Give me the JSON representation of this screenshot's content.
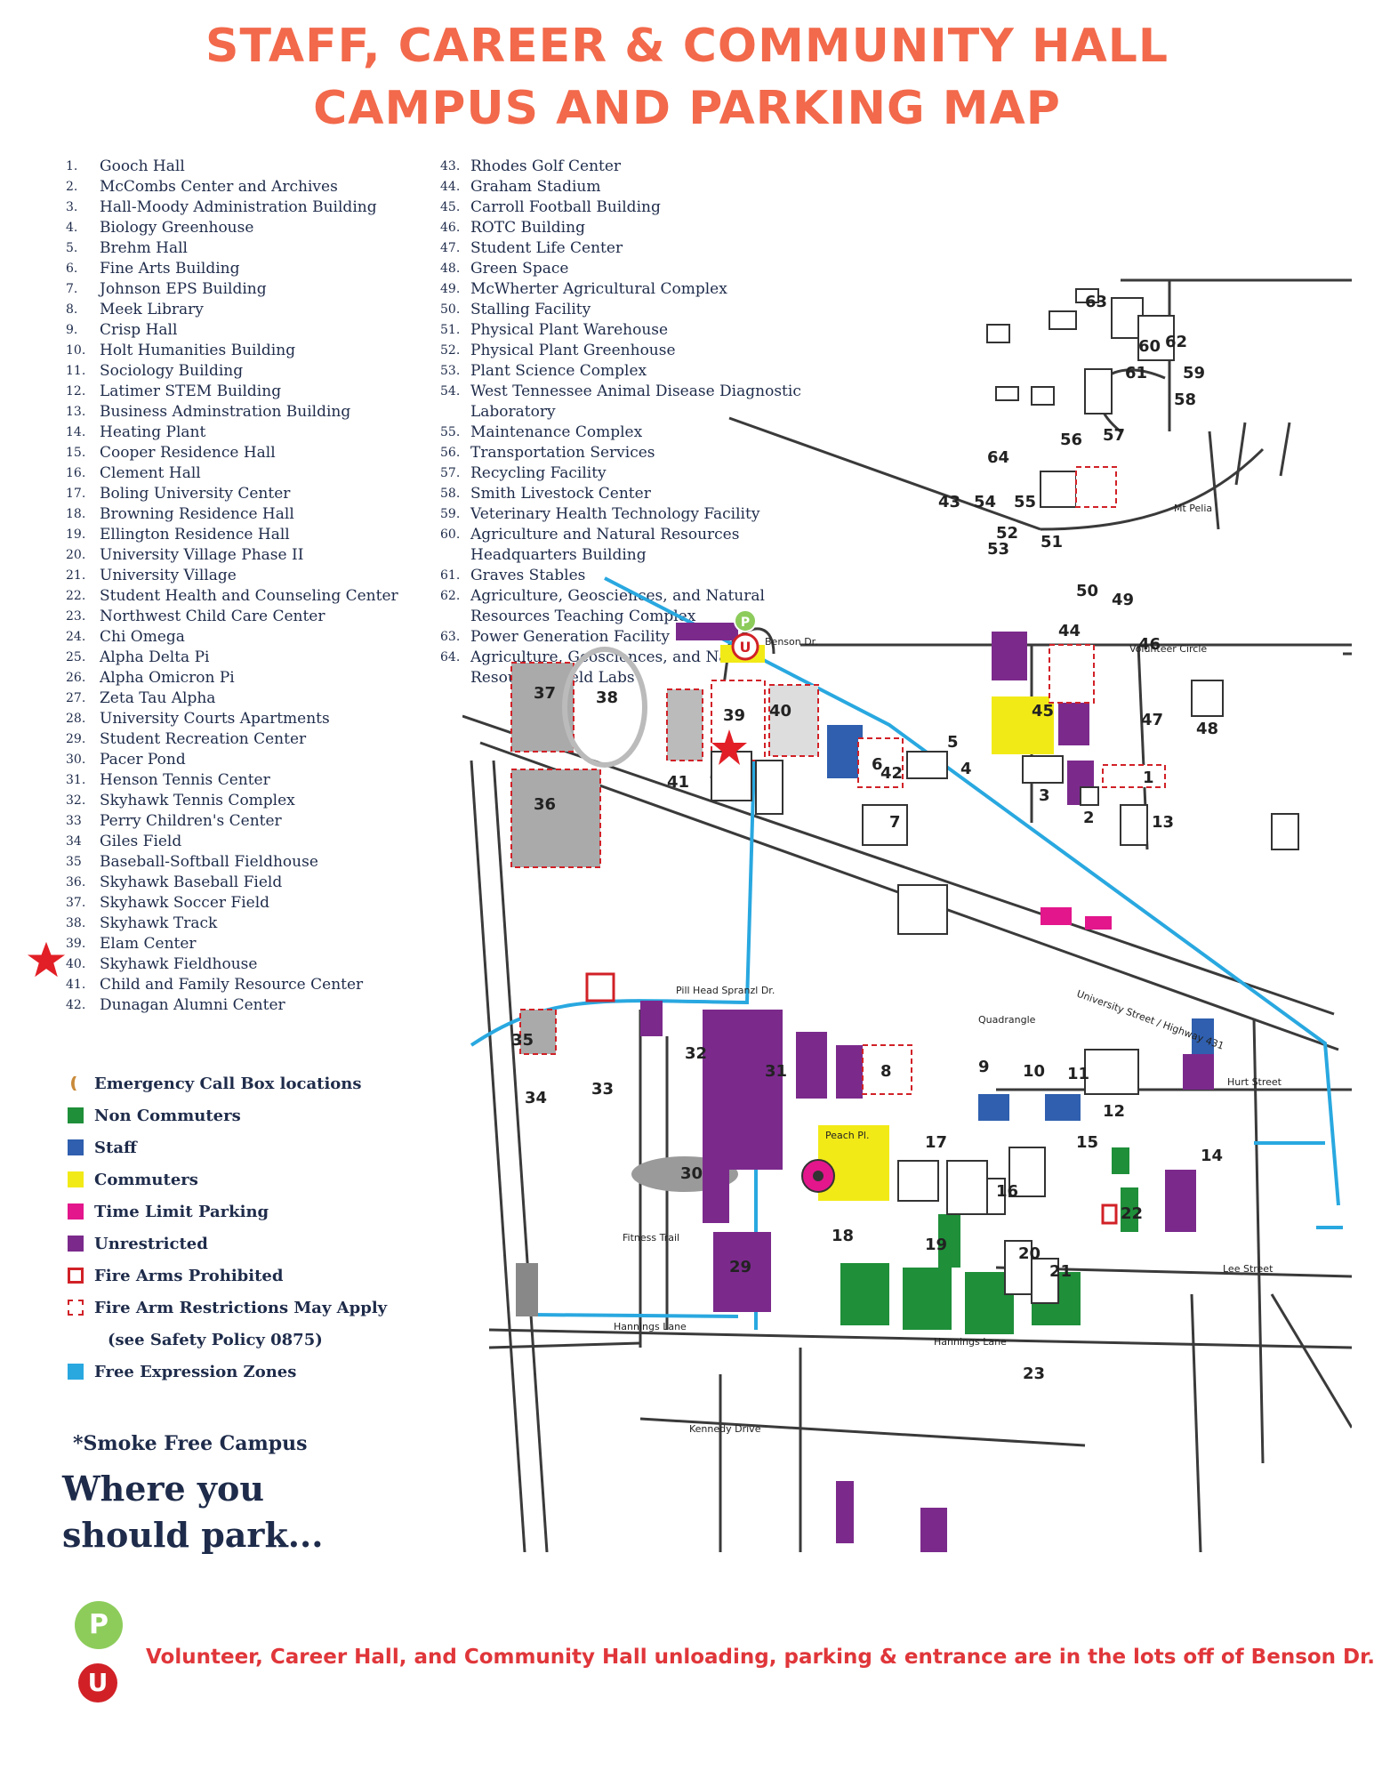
{
  "header": {
    "title_line1": "STAFF, CAREER & COMMUNITY HALL",
    "title_line2": "CAMPUS AND PARKING MAP"
  },
  "buildings_left": [
    {
      "num": "1.",
      "name": "Gooch Hall"
    },
    {
      "num": "2.",
      "name": "McCombs Center and Archives"
    },
    {
      "num": "3.",
      "name": "Hall-Moody Administration Building"
    },
    {
      "num": "4.",
      "name": "Biology Greenhouse"
    },
    {
      "num": "5.",
      "name": "Brehm Hall"
    },
    {
      "num": "6.",
      "name": "Fine Arts Building"
    },
    {
      "num": "7.",
      "name": "Johnson EPS Building"
    },
    {
      "num": "8.",
      "name": "Meek Library"
    },
    {
      "num": "9.",
      "name": "Crisp Hall"
    },
    {
      "num": "10.",
      "name": "Holt Humanities Building"
    },
    {
      "num": "11.",
      "name": "Sociology Building"
    },
    {
      "num": "12.",
      "name": "Latimer STEM Building"
    },
    {
      "num": "13.",
      "name": "Business Adminstration Building"
    },
    {
      "num": "14.",
      "name": "Heating Plant"
    },
    {
      "num": "15.",
      "name": "Cooper Residence Hall"
    },
    {
      "num": "16.",
      "name": "Clement Hall"
    },
    {
      "num": "17.",
      "name": "Boling University Center"
    },
    {
      "num": "18.",
      "name": "Browning Residence Hall"
    },
    {
      "num": "19.",
      "name": "Ellington Residence Hall"
    },
    {
      "num": "20.",
      "name": "University Village Phase II"
    },
    {
      "num": "21.",
      "name": "University Village"
    },
    {
      "num": "22.",
      "name": "Student Health and Counseling Center"
    },
    {
      "num": "23.",
      "name": "Northwest Child Care Center"
    },
    {
      "num": "24.",
      "name": "Chi Omega"
    },
    {
      "num": "25.",
      "name": "Alpha Delta Pi"
    },
    {
      "num": "26.",
      "name": "Alpha Omicron Pi"
    },
    {
      "num": "27.",
      "name": "Zeta Tau Alpha"
    },
    {
      "num": "28.",
      "name": "University Courts Apartments"
    },
    {
      "num": "29.",
      "name": "Student Recreation Center"
    },
    {
      "num": "30.",
      "name": "Pacer Pond"
    },
    {
      "num": "31.",
      "name": "Henson Tennis Center"
    },
    {
      "num": "32.",
      "name": "Skyhawk Tennis Complex"
    },
    {
      "num": "33",
      "name": "Perry Children's Center"
    },
    {
      "num": "34",
      "name": "Giles Field"
    },
    {
      "num": "35",
      "name": "Baseball-Softball Fieldhouse"
    },
    {
      "num": "36.",
      "name": "Skyhawk Baseball Field"
    },
    {
      "num": "37.",
      "name": "Skyhawk Soccer Field"
    },
    {
      "num": "38.",
      "name": "Skyhawk Track"
    },
    {
      "num": "39.",
      "name": "Elam Center"
    },
    {
      "num": "40.",
      "name": "Skyhawk Fieldhouse"
    },
    {
      "num": "41.",
      "name": "Child and Family Resource Center"
    },
    {
      "num": "42.",
      "name": "Dunagan Alumni Center"
    }
  ],
  "buildings_right": [
    {
      "num": "43.",
      "name": "Rhodes Golf Center"
    },
    {
      "num": "44.",
      "name": "Graham Stadium"
    },
    {
      "num": "45.",
      "name": "Carroll Football Building"
    },
    {
      "num": "46.",
      "name": "ROTC Building"
    },
    {
      "num": "47.",
      "name": "Student Life Center"
    },
    {
      "num": "48.",
      "name": "Green Space"
    },
    {
      "num": "49.",
      "name": "McWherter Agricultural Complex"
    },
    {
      "num": "50.",
      "name": "Stalling Facility"
    },
    {
      "num": "51.",
      "name": "Physical Plant Warehouse"
    },
    {
      "num": "52.",
      "name": "Physical Plant Greenhouse"
    },
    {
      "num": "53.",
      "name": "Plant Science Complex"
    },
    {
      "num": "54.",
      "name": "West Tennessee Animal Disease Diagnostic"
    },
    {
      "num": "",
      "name": "Laboratory"
    },
    {
      "num": "55.",
      "name": "Maintenance Complex"
    },
    {
      "num": "56.",
      "name": "Transportation Services"
    },
    {
      "num": "57.",
      "name": "Recycling Facility"
    },
    {
      "num": "58.",
      "name": "Smith Livestock Center"
    },
    {
      "num": "59.",
      "name": "Veterinary Health Technology Facility"
    },
    {
      "num": "60.",
      "name": "Agriculture and Natural Resources"
    },
    {
      "num": "",
      "name": "Headquarters Building"
    },
    {
      "num": "61.",
      "name": "Graves Stables"
    },
    {
      "num": "62.",
      "name": "Agriculture, Geosciences, and Natural"
    },
    {
      "num": "",
      "name": "Resources Teaching Complex"
    },
    {
      "num": "63.",
      "name": "Power Generation Facility"
    },
    {
      "num": "64.",
      "name": "Agriculture, Geosciences, and Natural"
    },
    {
      "num": "",
      "name": "Resources Field Labs"
    }
  ],
  "legend": {
    "call_box": "Emergency Call Box locations",
    "non_commuters": "Non Commuters",
    "staff": "Staff",
    "commuters": "Commuters",
    "time_limit": "Time Limit Parking",
    "unrestricted": "Unrestricted",
    "firearms_prohibited": "Fire Arms Prohibited",
    "firearms_restrictions": "Fire Arm Restrictions May Apply",
    "safety_policy": "(see Safety Policy 0875)",
    "free_expression": "Free Expression Zones"
  },
  "colors": {
    "non_commuters": "#1f8f3a",
    "staff": "#2f5fae",
    "commuters": "#f2ea17",
    "time_limit": "#e3168c",
    "unrestricted": "#7b2a8c",
    "firearms": "#d12127",
    "free_expression": "#29a8e0",
    "call_box": "#c98a3a",
    "title": "#f2694b"
  },
  "notes": {
    "smoke_free": "*Smoke Free Campus",
    "where_line1": "Where you",
    "where_line2": "should park..."
  },
  "map": {
    "streets": {
      "university_street": "University Street / Highway 431",
      "pill_head": "Pill Head Spranzl Dr.",
      "hannings_lane_1": "Hannings Lane",
      "hannings_lane_2": "Hannings Lane",
      "kennedy_drive": "Kennedy Drive",
      "lee_street": "Lee Street",
      "hurt_street": "Hurt Street",
      "benson_dr": "Benson Dr.",
      "quadrangle": "Quadrangle",
      "fitness_trail": "Fitness Trail",
      "peach_plaza": "Peach Pl.",
      "mt_pelia": "Mt Pelia",
      "volunteer_circle": "Volunteer Circle"
    },
    "labels": [
      "1",
      "2",
      "3",
      "4",
      "5",
      "6",
      "7",
      "8",
      "9",
      "10",
      "11",
      "12",
      "13",
      "14",
      "15",
      "16",
      "17",
      "18",
      "19",
      "20",
      "21",
      "22",
      "23",
      "29",
      "30",
      "31",
      "32",
      "33",
      "34",
      "35",
      "36",
      "37",
      "38",
      "39",
      "40",
      "41",
      "42",
      "43",
      "44",
      "45",
      "46",
      "47",
      "48",
      "49",
      "50",
      "51",
      "52",
      "53",
      "54",
      "55",
      "56",
      "57",
      "58",
      "59",
      "60",
      "61",
      "62",
      "63",
      "64"
    ],
    "parking_badge": "P",
    "unloading_badge": "U"
  },
  "footer": {
    "p_badge": "P",
    "u_badge": "U",
    "text": "Volunteer, Career Hall, and Community Hall unloading, parking & entrance are in the lots off of Benson Dr."
  }
}
